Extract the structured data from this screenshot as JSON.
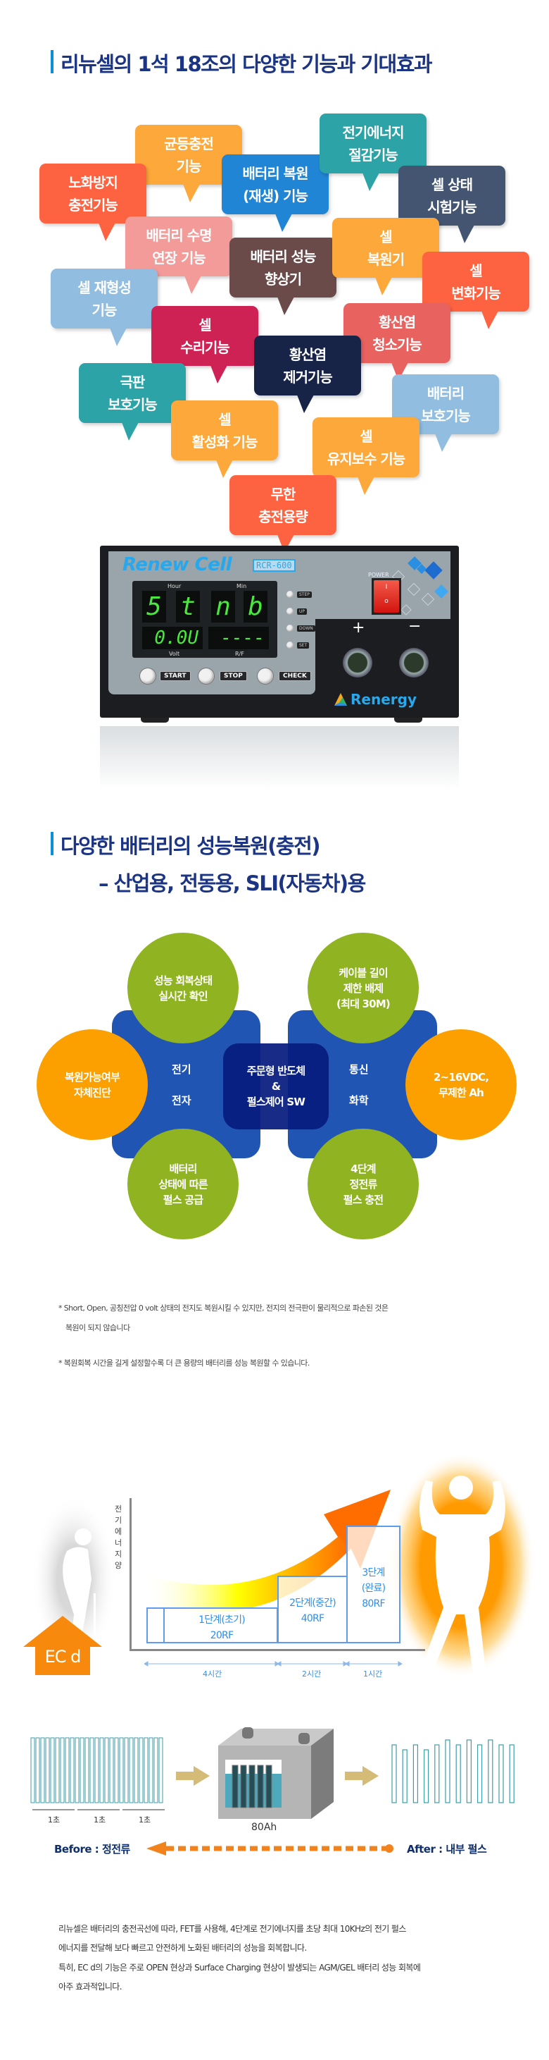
{
  "section1": {
    "title": "리뉴셀의 1석 18조의 다양한 기능과 기대효과",
    "bubbles": [
      {
        "lines": [
          "균등충전",
          "기능"
        ],
        "color": "#fca83a"
      },
      {
        "lines": [
          "노화방지",
          "충전기능"
        ],
        "color": "#fd6340"
      },
      {
        "lines": [
          "배터리 복원",
          "(재생) 기능"
        ],
        "color": "#2185d5"
      },
      {
        "lines": [
          "전기에너지",
          "절감기능"
        ],
        "color": "#2ba3a7"
      },
      {
        "lines": [
          "셀 상태",
          "시험기능"
        ],
        "color": "#435571"
      },
      {
        "lines": [
          "배터리 수명",
          "연장 기능"
        ],
        "color": "#f29b99"
      },
      {
        "lines": [
          "배터리 성능",
          "향상기"
        ],
        "color": "#6b4a4a"
      },
      {
        "lines": [
          "셀",
          "복원기"
        ],
        "color": "#fca83a"
      },
      {
        "lines": [
          "셀",
          "변화기능"
        ],
        "color": "#fd6340"
      },
      {
        "lines": [
          "셀 재형성",
          "기능"
        ],
        "color": "#90bde0"
      },
      {
        "lines": [
          "셀",
          "수리기능"
        ],
        "color": "#cd2253"
      },
      {
        "lines": [
          "황산염",
          "청소기능"
        ],
        "color": "#e8625f"
      },
      {
        "lines": [
          "황산염",
          "제거기능"
        ],
        "color": "#172447"
      },
      {
        "lines": [
          "극판",
          "보호기능"
        ],
        "color": "#2ba3a7"
      },
      {
        "lines": [
          "배터리",
          "보호기능"
        ],
        "color": "#90bde0"
      },
      {
        "lines": [
          "셀",
          "유지보수 기능"
        ],
        "color": "#fca83a"
      },
      {
        "lines": [
          "셀",
          "활성화 기능"
        ],
        "color": "#fca83a"
      },
      {
        "lines": [
          "무한",
          "충전용량"
        ],
        "color": "#fd6340"
      }
    ]
  },
  "device": {
    "brand": "Renew Cell",
    "model": "RCR-600",
    "power_label": "POWER",
    "display": {
      "hour_label": "Hour",
      "min_label": "Min",
      "volt_label": "Volt",
      "rf_label": "R/F",
      "digits": [
        "5",
        "t",
        "n",
        "b"
      ],
      "volt_value": "0.0U",
      "rf_value": "----"
    },
    "side_buttons": [
      "STEP",
      "UP",
      "DOWN",
      "SET"
    ],
    "buttons": [
      "START",
      "STOP",
      "CHECK"
    ],
    "plus": "+",
    "minus": "−",
    "maker": "Renergy"
  },
  "section2": {
    "title_line1": "다양한 배터리의 성능복원(충전)",
    "title_line2": "– 산업용, 전동용, SLI(자동차)용",
    "center": [
      "주문형 반도체",
      "&",
      "펄스제어 SW"
    ],
    "left_fields": [
      "전기",
      "전자"
    ],
    "right_fields": [
      "통신",
      "화학"
    ],
    "features": {
      "top_left": "성능 회복상태\n실시간 확인",
      "top_right": "케이블 길이\n제한 배제\n(최대 30M)",
      "left": "복원가능여부\n자체진단",
      "right": "2~16VDC,\n무제한 Ah",
      "bottom_left": "배터리\n상태에 따른\n펄스 공급",
      "bottom_right": "4단계\n정전류\n펄스 충전"
    },
    "notes": [
      "* Short, Open, 공칭전압 0 volt 상태의 전지도 복원시킬 수 있지만, 전지의 전극판이 물리적으로 파손된 것은",
      "복원이 되지 않습니다",
      "* 복원회복 시간을 길게 설정할수록 더 큰 용량의 배터리를 성능 복원할 수 있습니다."
    ],
    "colors": {
      "blue": "#2155b4",
      "navy": "#061c7e",
      "green": "#8fb321",
      "orange": "#fca000"
    }
  },
  "energy_chart": {
    "y_label": "전기에너지양",
    "badge": "EC d",
    "stages": [
      {
        "name": "1단계(초기)",
        "value": "20RF",
        "duration": "4시간",
        "level": 20
      },
      {
        "name": "2단계(중간)",
        "value": "40RF",
        "duration": "2시간",
        "level": 40
      },
      {
        "name": "3단계\n(완료)",
        "value": "80RF",
        "duration": "1시간",
        "level": 80
      }
    ]
  },
  "pulse": {
    "second_labels": [
      "1초",
      "1초",
      "1초"
    ],
    "battery_label": "80Ah",
    "before_label": "Before : 정전류",
    "after_label": "After : 내부 펄스"
  },
  "description": [
    "리뉴셀은 배터리의 충전곡선에 따라, FET를 사용해, 4단계로 전기에너지를 초당 최대 10KHz의 전기 펄스",
    "에너지를 전달해 보다 빠르고 안전하게 노화된 배터리의 성능을 회복합니다.",
    "특히, EC d의 기능은 주로 OPEN 현상과 Surface Charging 현상이 발생되는 AGM/GEL 배터리 성능 회복에",
    "아주 효과적입니다."
  ]
}
